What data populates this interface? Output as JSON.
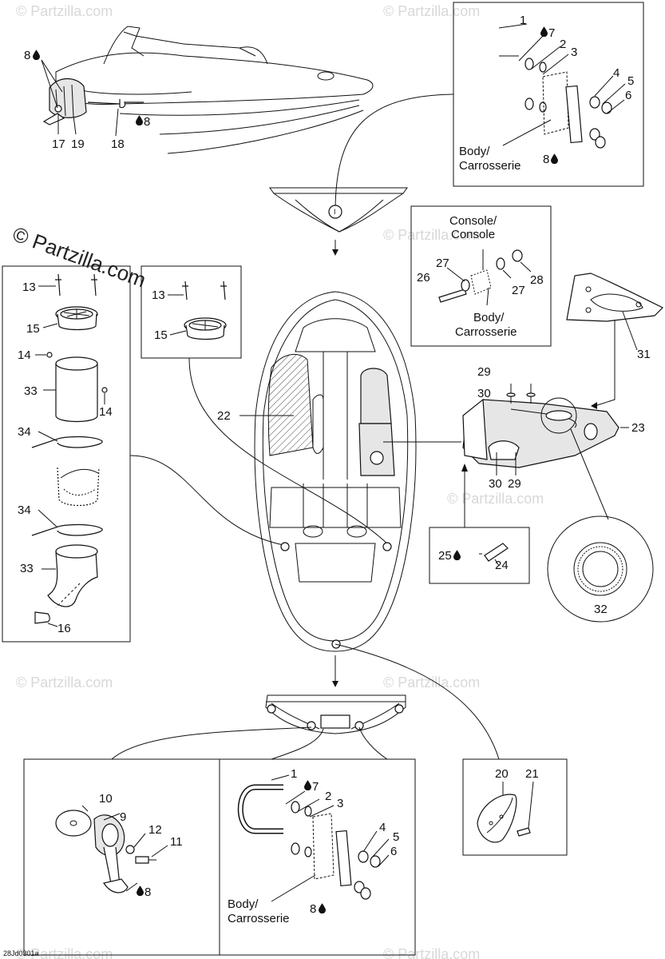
{
  "diagram": {
    "reference_code": "28Jd0301a",
    "watermark": "© Partzilla.com",
    "watermark_faint": "© Partzilla.com",
    "callouts": {
      "n1": "1",
      "n2": "2",
      "n3": "3",
      "n4": "4",
      "n5": "5",
      "n6": "6",
      "n7": "7",
      "n8": "8",
      "n9": "9",
      "n10": "10",
      "n11": "11",
      "n12": "12",
      "n13": "13",
      "n14": "14",
      "n15": "15",
      "n16": "16",
      "n17": "17",
      "n18": "18",
      "n19": "19",
      "n20": "20",
      "n21": "21",
      "n22": "22",
      "n23": "23",
      "n24": "24",
      "n25": "25",
      "n26": "26",
      "n27": "27",
      "n28": "28",
      "n29": "29",
      "n30": "30",
      "n31": "31",
      "n32": "32",
      "n33": "33",
      "n34": "34"
    },
    "text_labels": {
      "body": "Body/",
      "carrosserie": "Carrosserie",
      "console": "Console/",
      "console2": "Console"
    },
    "icons": [
      "drop-icon"
    ]
  }
}
